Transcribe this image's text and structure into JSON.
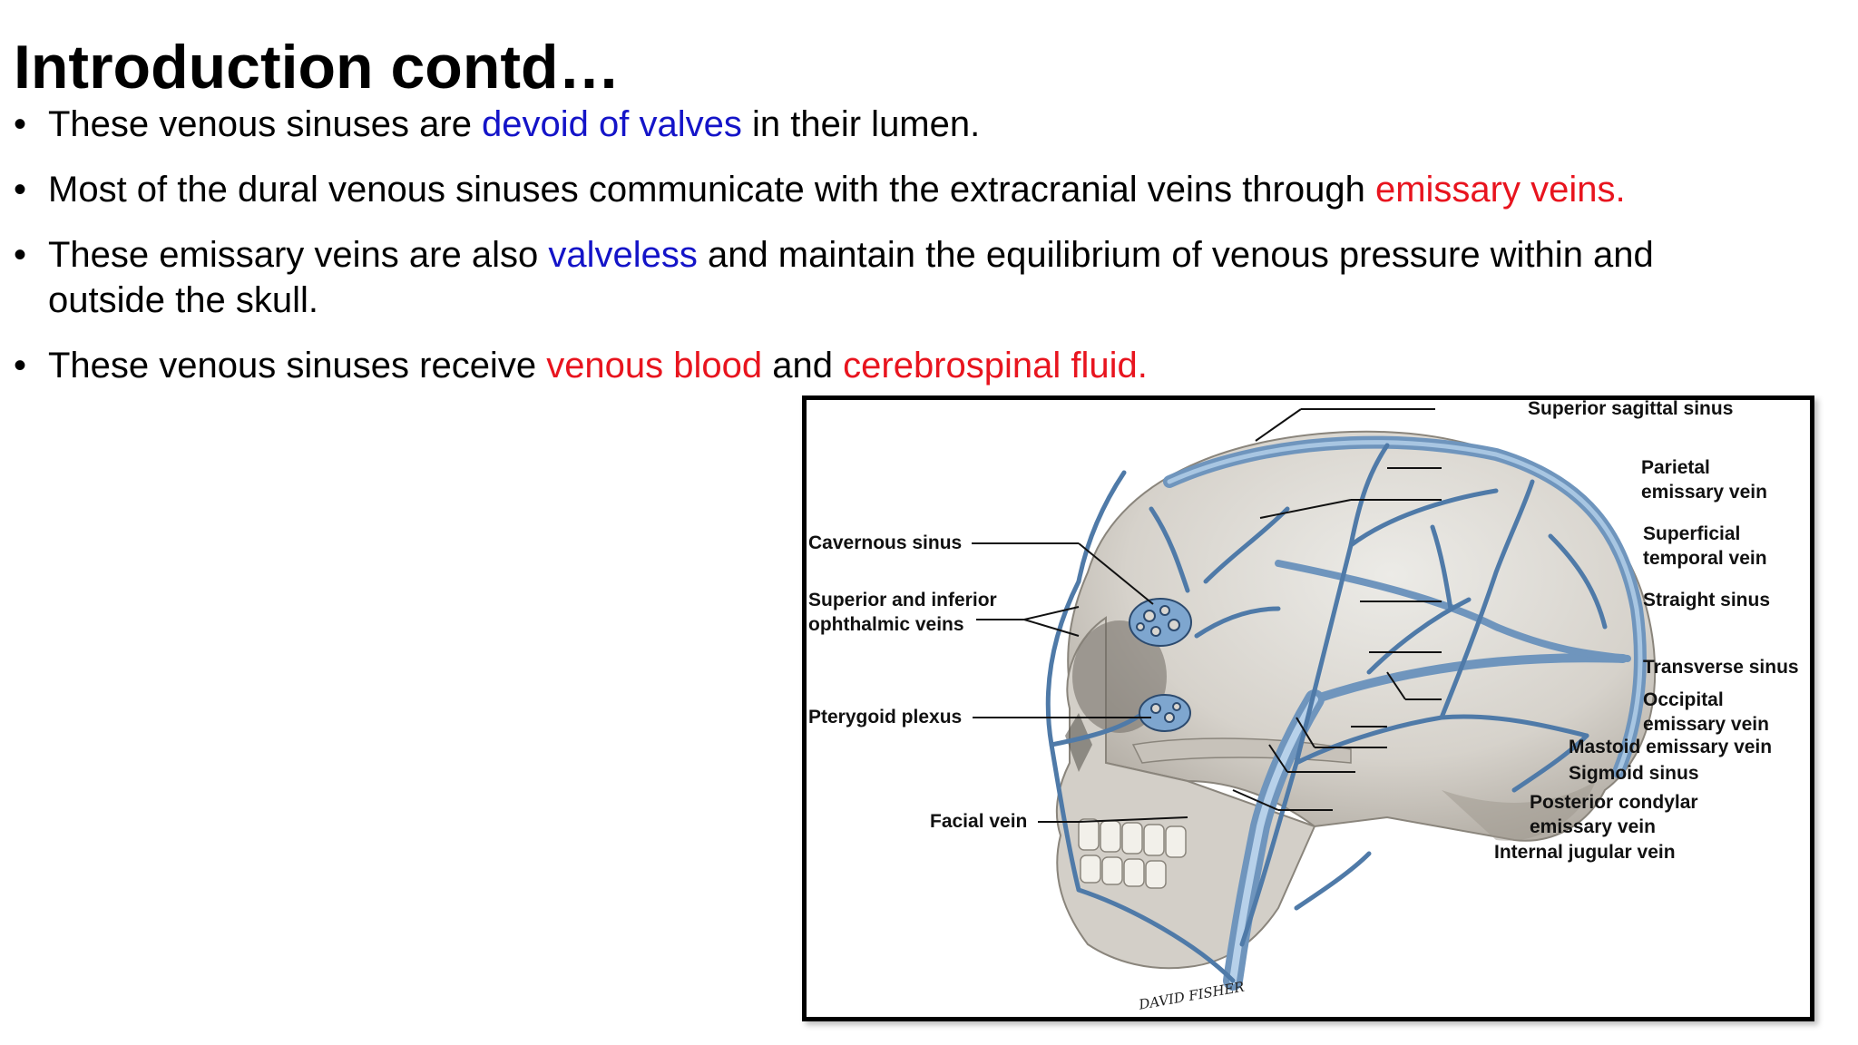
{
  "slide": {
    "title": "Introduction contd…",
    "bullet_marker": "•",
    "bullets": [
      {
        "parts": [
          {
            "text": "These venous sinuses are ",
            "color": "black"
          },
          {
            "text": "devoid of valves",
            "color": "blue"
          },
          {
            "text": " in their lumen.",
            "color": "black"
          }
        ]
      },
      {
        "parts": [
          {
            "text": "Most of the dural venous sinuses communicate with the extracranial veins through ",
            "color": "black"
          },
          {
            "text": "emissary veins.",
            "color": "red"
          }
        ]
      },
      {
        "lines": [
          {
            "parts": [
              {
                "text": "These emissary veins are also ",
                "color": "black"
              },
              {
                "text": "valveless",
                "color": "blue"
              },
              {
                "text": " and maintain the equilibrium of venous pressure within and",
                "color": "black"
              }
            ]
          },
          {
            "parts": [
              {
                "text": "outside the skull.",
                "color": "black"
              }
            ]
          }
        ]
      },
      {
        "parts": [
          {
            "text": "These venous sinuses receive ",
            "color": "black"
          },
          {
            "text": "venous blood",
            "color": "red"
          },
          {
            "text": " and ",
            "color": "black"
          },
          {
            "text": "cerebrospinal fluid.",
            "color": "red"
          }
        ]
      }
    ]
  },
  "figure": {
    "labels_left": {
      "cavernous_sinus": "Cavernous sinus",
      "ophthalmic_line1": "Superior and inferior",
      "ophthalmic_line2": "ophthalmic veins",
      "pterygoid_plexus": "Pterygoid plexus",
      "facial_vein": "Facial vein"
    },
    "labels_right": {
      "superior_sagittal_sinus": "Superior sagittal sinus",
      "parietal_line1": "Parietal",
      "parietal_line2": "emissary vein",
      "superficial_line1": "Superficial",
      "superficial_line2": "temporal vein",
      "straight_sinus": "Straight sinus",
      "transverse_sinus": "Transverse sinus",
      "occipital_line1": "Occipital",
      "occipital_line2": "emissary vein",
      "mastoid_emissary_vein": "Mastoid emissary vein",
      "sigmoid_sinus": "Sigmoid sinus",
      "posterior_condylar_line1": "Posterior condylar",
      "posterior_condylar_line2": "emissary vein",
      "internal_jugular_vein": "Internal jugular vein"
    },
    "signature": "DAVID FISHER",
    "colors": {
      "bone": "#d9d6d0",
      "bone_shadow": "#b9b4ac",
      "vein": "#5b86b4",
      "vein_light": "#9ec0e0",
      "outline": "#1f3550"
    }
  }
}
